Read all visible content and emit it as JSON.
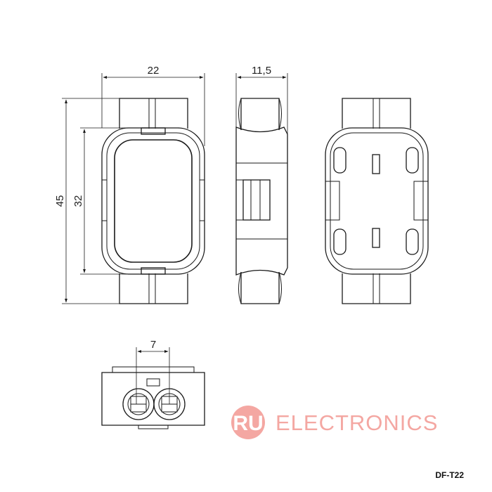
{
  "dimensions": {
    "width_front": "22",
    "width_side": "11,5",
    "height_total": "45",
    "height_body": "32",
    "pitch_bottom": "7"
  },
  "part_code": "DF-T22",
  "watermark": {
    "badge": "RU",
    "text": "ELECTRONICS",
    "color": "#f4a7a2"
  },
  "colors": {
    "line": "#1a1a1a",
    "background": "#ffffff"
  }
}
